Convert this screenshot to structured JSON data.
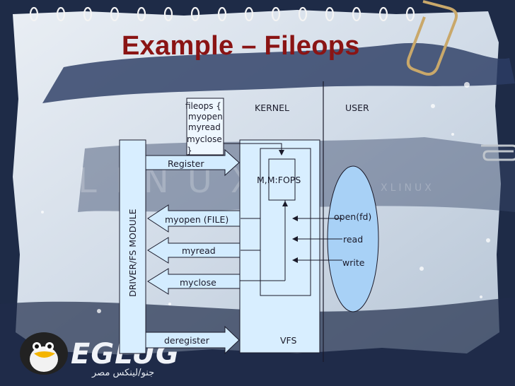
{
  "slide": {
    "title": "Example – Fileops",
    "watermark_left": "LINUX",
    "watermark_right": "XLINUX",
    "logo_text": "EGLUG",
    "logo_subtitle": "جنو/لينكس مصر"
  },
  "diagram": {
    "fileops_box": {
      "lines": [
        "fileops {",
        "myopen",
        "myread",
        "myclose",
        "}"
      ]
    },
    "region_kernel": "KERNEL",
    "region_user": "USER",
    "driver_label": "DRIVER/FS MODULE",
    "arrows": {
      "register": "Register",
      "myopen": "myopen (FILE)",
      "myread": "myread",
      "myclose": "myclose",
      "deregister": "deregister"
    },
    "fops_label": "M,M:FOPS",
    "vfs_label": "VFS",
    "user_calls": [
      "open(fd)",
      "read",
      "write"
    ]
  },
  "colors": {
    "title": "#8a1414",
    "arrow_fill": "#d3ecff",
    "ellipse_fill": "#a8d1f6",
    "board": "#cfd9e6"
  }
}
